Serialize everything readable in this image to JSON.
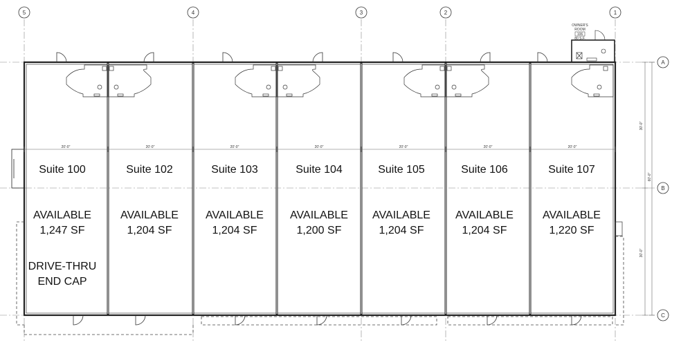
{
  "grid": {
    "columns": [
      "5",
      "4",
      "3",
      "2",
      "1"
    ],
    "rows": [
      "A",
      "B",
      "C"
    ]
  },
  "owners_room": {
    "line1": "OWNER'S",
    "line2": "ROOM",
    "line3": "106",
    "line4": "80 S.F."
  },
  "dimensions": {
    "suite_width": "20'-0\"",
    "top_depth": "30'-0\"",
    "overall_depth": "60'-0\"",
    "bottom_depth": "30'-0\""
  },
  "suites": [
    {
      "name": "Suite 100",
      "status": "AVAILABLE",
      "area": "1,247 SF",
      "note1": "DRIVE-THRU",
      "note2": "END CAP"
    },
    {
      "name": "Suite 102",
      "status": "AVAILABLE",
      "area": "1,204 SF"
    },
    {
      "name": "Suite 103",
      "status": "AVAILABLE",
      "area": "1,204 SF"
    },
    {
      "name": "Suite 104",
      "status": "AVAILABLE",
      "area": "1,200 SF"
    },
    {
      "name": "Suite 105",
      "status": "AVAILABLE",
      "area": "1,204 SF"
    },
    {
      "name": "Suite 106",
      "status": "AVAILABLE",
      "area": "1,204 SF"
    },
    {
      "name": "Suite 107",
      "status": "AVAILABLE",
      "area": "1,220 SF"
    }
  ]
}
